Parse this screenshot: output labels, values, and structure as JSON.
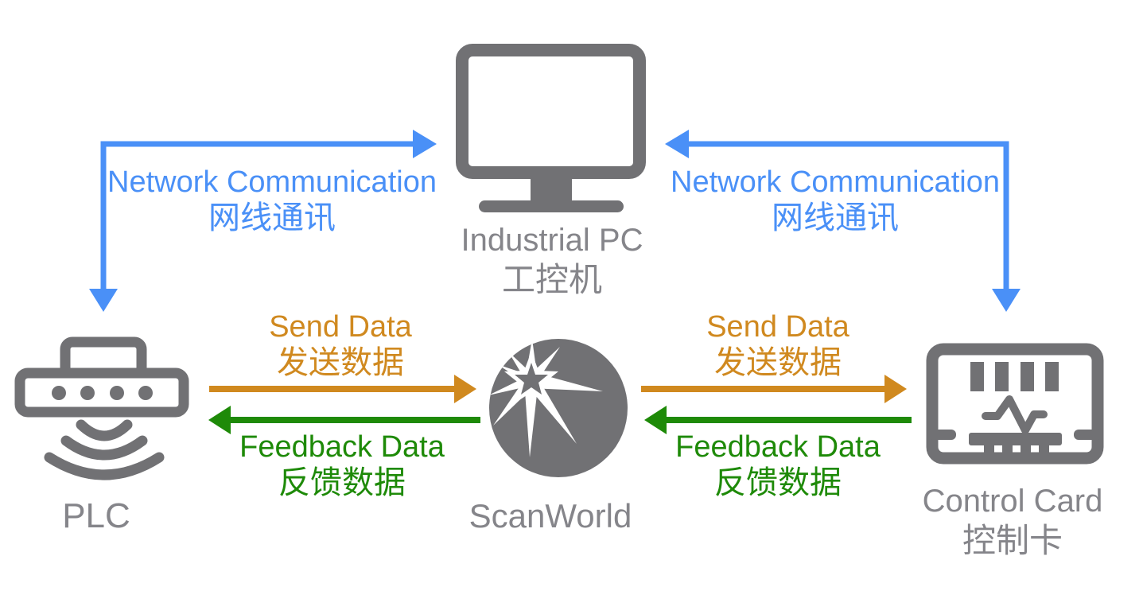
{
  "title": "ScanWorld control system communication diagram",
  "colors": {
    "blue": "#4A90F7",
    "orange": "#D0891F",
    "green": "#1E8A08",
    "icon_gray": "#717174",
    "label_gray": "#85858A",
    "white": "#FFFFFF"
  },
  "nodes": {
    "industrial_pc": {
      "label_en": "Industrial PC",
      "label_zh": "工控机",
      "icon": "monitor-icon"
    },
    "plc": {
      "label_en": "PLC",
      "icon": "plc-wireless-icon"
    },
    "scanworld": {
      "label_en": "ScanWorld",
      "icon": "scanworld-globe-icon"
    },
    "control_card": {
      "label_en": "Control Card",
      "label_zh": "控制卡",
      "icon": "control-card-icon"
    }
  },
  "links": {
    "network_left": {
      "label_en": "Network Communication",
      "label_zh": "网线通讯",
      "color": "blue",
      "between": "PLC ↔ Industrial PC"
    },
    "network_right": {
      "label_en": "Network Communication",
      "label_zh": "网线通讯",
      "color": "blue",
      "between": "Control Card ↔ Industrial PC"
    },
    "send_left": {
      "label_en": "Send Data",
      "label_zh": "发送数据",
      "color": "orange",
      "between": "PLC → ScanWorld"
    },
    "send_right": {
      "label_en": "Send Data",
      "label_zh": "发送数据",
      "color": "orange",
      "between": "ScanWorld → Control Card"
    },
    "feedback_left": {
      "label_en": "Feedback Data",
      "label_zh": "反馈数据",
      "color": "green",
      "between": "ScanWorld → PLC"
    },
    "feedback_right": {
      "label_en": "Feedback Data",
      "label_zh": "反馈数据",
      "color": "green",
      "between": "Control Card → ScanWorld"
    }
  }
}
